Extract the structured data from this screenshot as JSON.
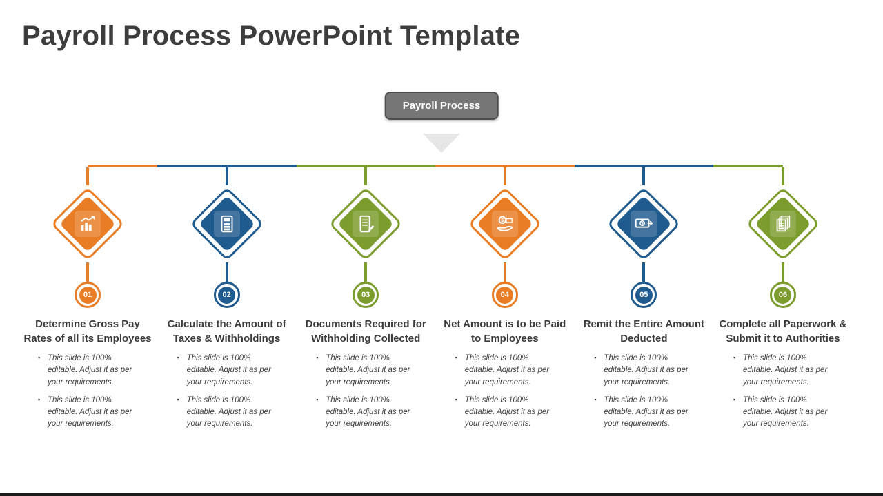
{
  "slide": {
    "title": "Payroll Process PowerPoint Template"
  },
  "process": {
    "label": "Payroll Process"
  },
  "colors": {
    "orange": "#E87D25",
    "blue": "#1F5B8E",
    "green": "#7C9D2E",
    "label_box_gray": "#767676",
    "title_gray": "#3D3D3D"
  },
  "steps": [
    {
      "number": "01",
      "color": "orange",
      "icon": "growth-chart-icon",
      "heading": "Determine Gross Pay Rates of all its Employees",
      "bullets": [
        "This slide is 100% editable. Adjust it as per your requirements.",
        "This slide is 100% editable. Adjust it as per your requirements."
      ]
    },
    {
      "number": "02",
      "color": "blue",
      "icon": "calculator-icon",
      "heading": "Calculate the Amount of Taxes & Withholdings",
      "bullets": [
        "This slide is 100% editable. Adjust it as per your requirements.",
        "This slide is 100% editable. Adjust it as per your requirements."
      ]
    },
    {
      "number": "03",
      "color": "green",
      "icon": "document-checklist-icon",
      "heading": "Documents Required for Withholding Collected",
      "bullets": [
        "This slide is 100% editable. Adjust it as per your requirements.",
        "This slide is 100% editable. Adjust it as per your requirements."
      ]
    },
    {
      "number": "04",
      "color": "orange",
      "icon": "hand-money-icon",
      "heading": "Net Amount is to be Paid to Employees",
      "bullets": [
        "This slide is 100% editable. Adjust it as per your requirements.",
        "This slide is 100% editable. Adjust it as per your requirements."
      ]
    },
    {
      "number": "05",
      "color": "blue",
      "icon": "money-deduction-icon",
      "heading": "Remit the Entire Amount Deducted",
      "bullets": [
        "This slide is 100% editable. Adjust it as per your requirements.",
        "This slide is 100% editable. Adjust it as per your requirements."
      ]
    },
    {
      "number": "06",
      "color": "green",
      "icon": "paperwork-stack-icon",
      "heading": "Complete all Paperwork & Submit it to Authorities",
      "bullets": [
        "This slide is 100% editable. Adjust it as per your requirements.",
        "This slide is 100% editable. Adjust it as per your requirements."
      ]
    }
  ]
}
